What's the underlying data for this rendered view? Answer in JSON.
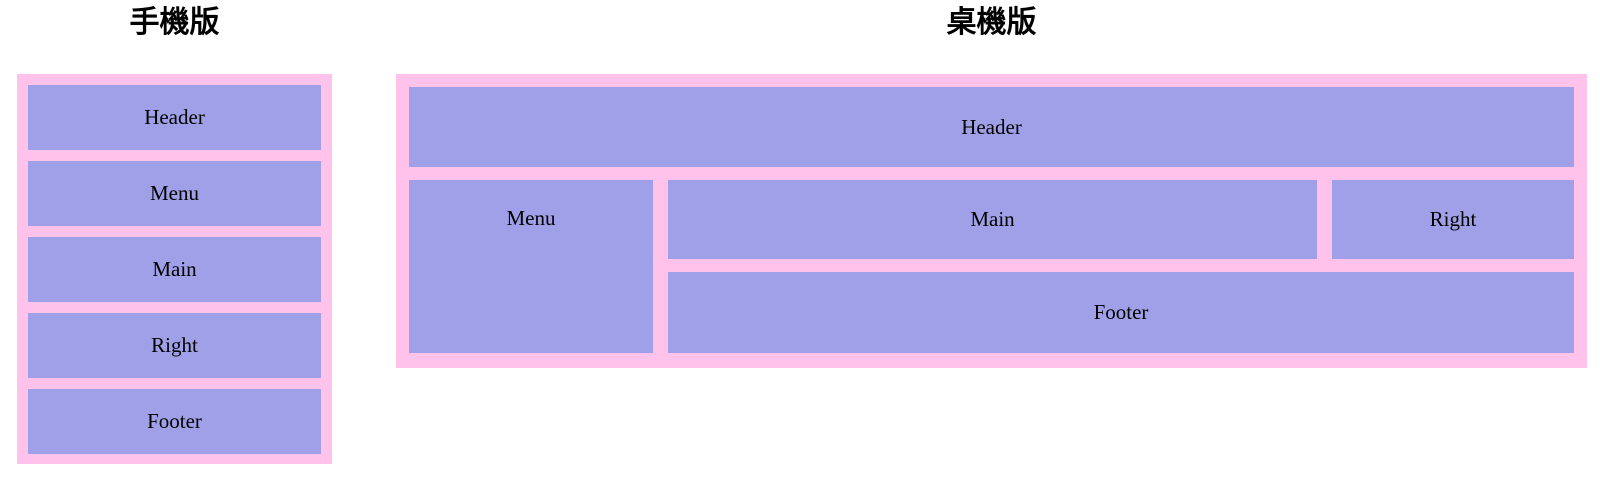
{
  "colors": {
    "panel_pink": "#ffc2eb",
    "box_purple": "#a0a0e8",
    "label_text": "#000000",
    "title_text": "#000000",
    "page_background": "#ffffff"
  },
  "mobile": {
    "title": "手機版",
    "boxes": [
      "Header",
      "Menu",
      "Main",
      "Right",
      "Footer"
    ]
  },
  "desktop": {
    "title": "桌機版",
    "boxes": {
      "header": "Header",
      "menu": "Menu",
      "main": "Main",
      "right": "Right",
      "footer": "Footer"
    }
  }
}
